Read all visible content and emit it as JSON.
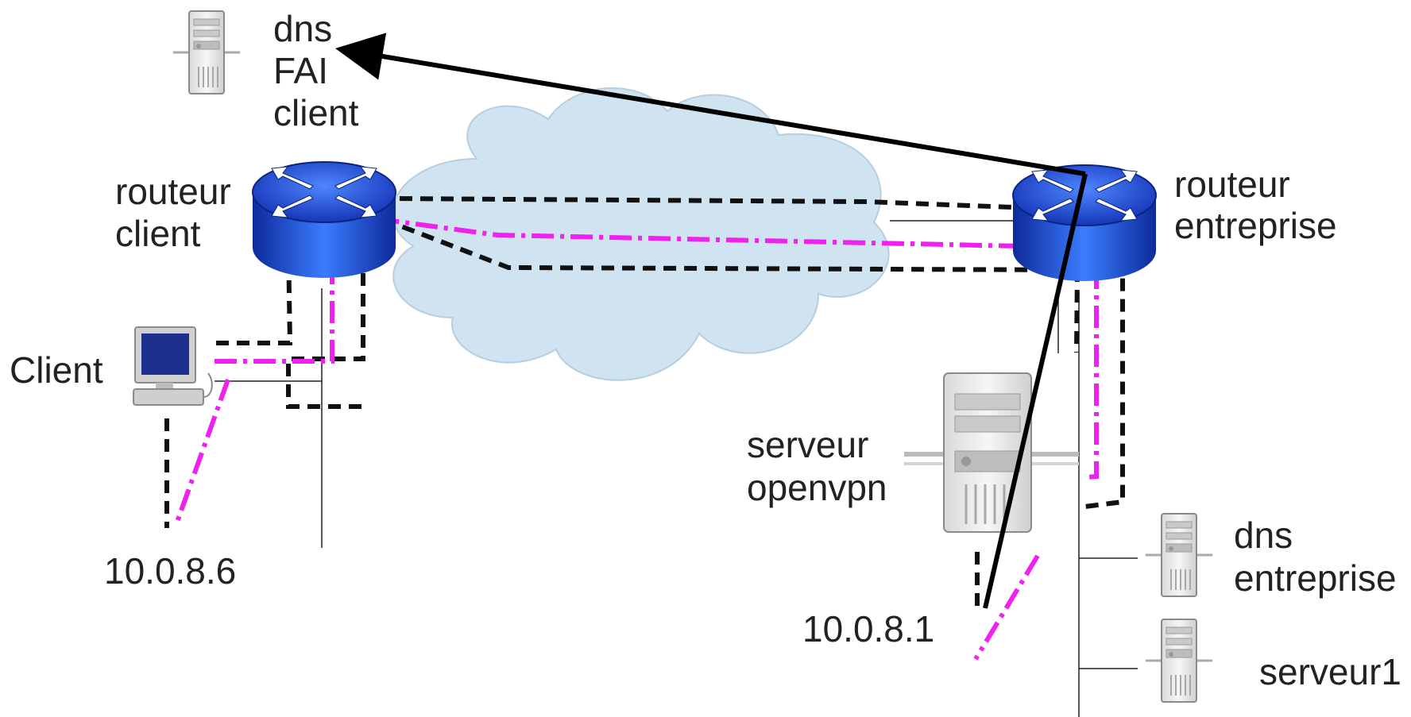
{
  "labels": {
    "dns_fai": [
      "dns",
      "FAI",
      "client"
    ],
    "routeur_client": [
      "routeur",
      "client"
    ],
    "routeur_entreprise": [
      "routeur",
      "entreprise"
    ],
    "client": "Client",
    "ip_client": "10.0.8.6",
    "serveur_openvpn": [
      "serveur",
      "openvpn"
    ],
    "ip_server": "10.0.8.1",
    "dns_entreprise": [
      "dns",
      "entreprise"
    ],
    "serveur1": "serveur1"
  },
  "colors": {
    "tunnel": "#111111",
    "vpn_magenta": "#ee22ee",
    "dns_query": "#000000",
    "cloud_fill": "#cfe3f1",
    "router_blue": "#1e4fd8"
  },
  "icons": {
    "cloud": "internet-cloud-icon",
    "router": "router-icon",
    "server": "server-icon",
    "workstation": "workstation-icon"
  }
}
